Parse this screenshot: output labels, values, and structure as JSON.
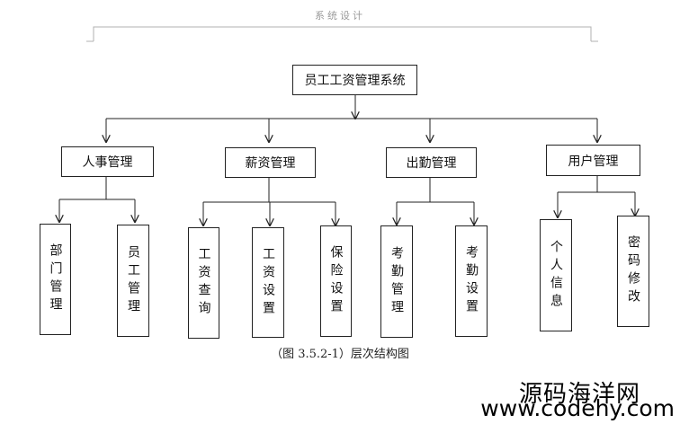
{
  "header": {
    "text": "系统设计"
  },
  "root": {
    "label": "员工工资管理系统"
  },
  "modules": [
    {
      "label": "人事管理",
      "children": [
        "部门管理",
        "员工管理"
      ]
    },
    {
      "label": "薪资管理",
      "children": [
        "工资查询",
        "工资设置",
        "保险设置"
      ]
    },
    {
      "label": "出勤管理",
      "children": [
        "考勤管理",
        "考勤设置"
      ]
    },
    {
      "label": "用户管理",
      "children": [
        "个人信息",
        "密码修改"
      ]
    }
  ],
  "caption": "（图 3.5.2-1）层次结构图",
  "watermark": {
    "line1": "源码海洋网",
    "line2": "www.codehy.com"
  }
}
